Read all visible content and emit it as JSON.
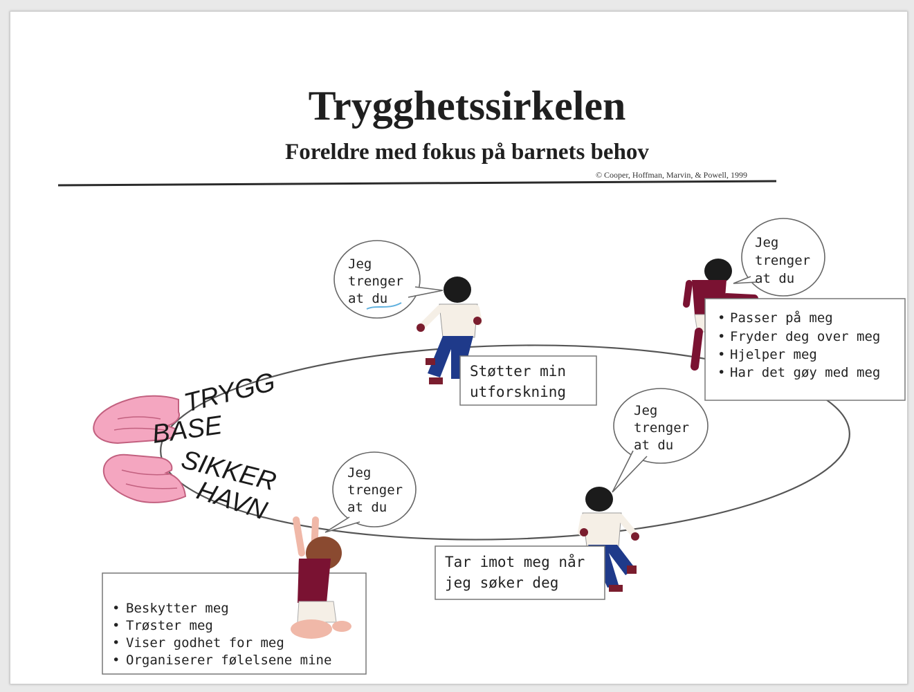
{
  "title": "Trygghetssirkelen",
  "subtitle": "Foreldre med fokus på barnets behov",
  "copyright": "© Cooper, Hoffman, Marvin, & Powell, 1999",
  "bubbles": [
    {
      "lines": [
        "Jeg",
        "trenger",
        "at du"
      ]
    },
    {
      "lines": [
        "Jeg",
        "trenger",
        "at du"
      ]
    },
    {
      "lines": [
        "Jeg",
        "trenger",
        "at du"
      ]
    },
    {
      "lines": [
        "Jeg",
        "trenger",
        "at du"
      ]
    }
  ],
  "boxes": {
    "support_exploration": [
      "Støtter min",
      "utforskning"
    ],
    "welcome_coming": [
      "Tar imot meg når",
      "jeg søker deg"
    ],
    "top_needs": [
      "Passer på meg",
      "Fryder deg over meg",
      "Hjelper meg",
      "Har det gøy med meg"
    ],
    "bottom_needs": [
      "Beskytter meg",
      "Trøster meg",
      "Viser godhet for meg",
      "Organiserer følelsene mine"
    ]
  },
  "bullet": "•",
  "hands_labels": {
    "secure_base": [
      "TRYGG",
      "BASE"
    ],
    "safe_haven": [
      "SIKKER",
      "HAVN"
    ]
  },
  "colors": {
    "hands": "#f4a6c0",
    "hands_outline": "#c2607f",
    "shirt_light": "#f5efe6",
    "shirt_maroon": "#7a1232",
    "pants": "#1f3a8a",
    "hair": "#1b1b1b",
    "skin": "#7a1d2e"
  }
}
